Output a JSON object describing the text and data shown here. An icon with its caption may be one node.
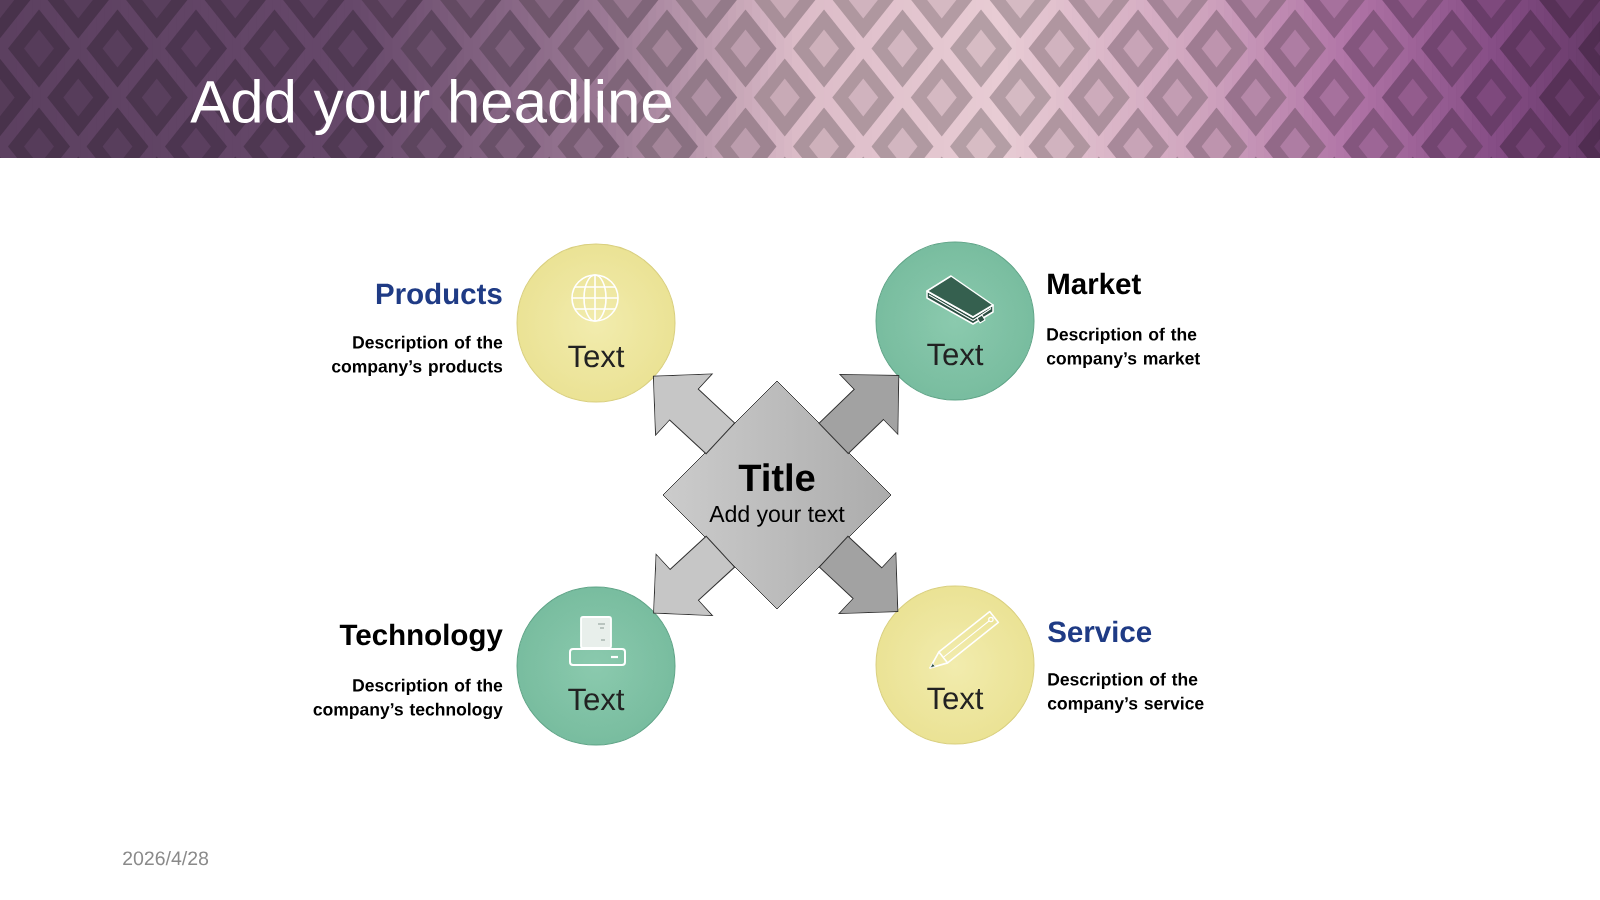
{
  "diagram": {
    "title": "Add your headline",
    "nodes": [
      {
        "text": [
          "Text"
        ],
        "beside": [
          "Products",
          "Description of the company’s products"
        ]
      },
      {
        "text": [
          "Text"
        ],
        "beside": [
          "Market",
          "Description of the company’s market"
        ]
      },
      {
        "text": [
          "Title",
          "Add your text"
        ]
      },
      {
        "text": [
          "Text"
        ],
        "beside": [
          "Technology",
          "Description of the company’s technology"
        ]
      },
      {
        "text": [
          "Text"
        ],
        "beside": [
          "Service",
          "Description of the company’s service"
        ]
      }
    ],
    "edges": [
      {
        "from": 2,
        "to": 0,
        "arrow": "to"
      },
      {
        "from": 2,
        "to": 1,
        "arrow": "to"
      },
      {
        "from": 2,
        "to": 3,
        "arrow": "to"
      },
      {
        "from": 2,
        "to": 4,
        "arrow": "to"
      }
    ],
    "labels": [
      "2026/4/28"
    ]
  }
}
